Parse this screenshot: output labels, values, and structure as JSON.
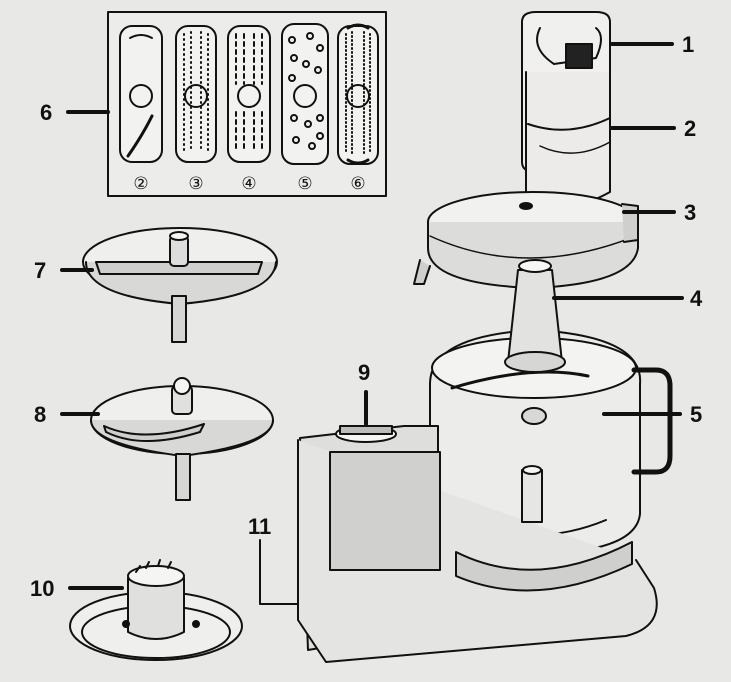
{
  "callouts": [
    {
      "id": "part-1",
      "number": "1"
    },
    {
      "id": "part-2",
      "number": "2"
    },
    {
      "id": "part-3",
      "number": "3"
    },
    {
      "id": "part-4",
      "number": "4"
    },
    {
      "id": "part-5",
      "number": "5"
    },
    {
      "id": "part-6",
      "number": "6"
    },
    {
      "id": "part-7",
      "number": "7"
    },
    {
      "id": "part-8",
      "number": "8"
    },
    {
      "id": "part-9",
      "number": "9"
    },
    {
      "id": "part-10",
      "number": "10"
    },
    {
      "id": "part-11",
      "number": "11"
    }
  ],
  "disc_panel": {
    "discs": [
      {
        "label": "②"
      },
      {
        "label": "③"
      },
      {
        "label": "④"
      },
      {
        "label": "⑤"
      },
      {
        "label": "⑥"
      }
    ]
  },
  "colors": {
    "ink": "#111111",
    "paper": "#e8e8e6",
    "shade": "#c9c9c7"
  }
}
